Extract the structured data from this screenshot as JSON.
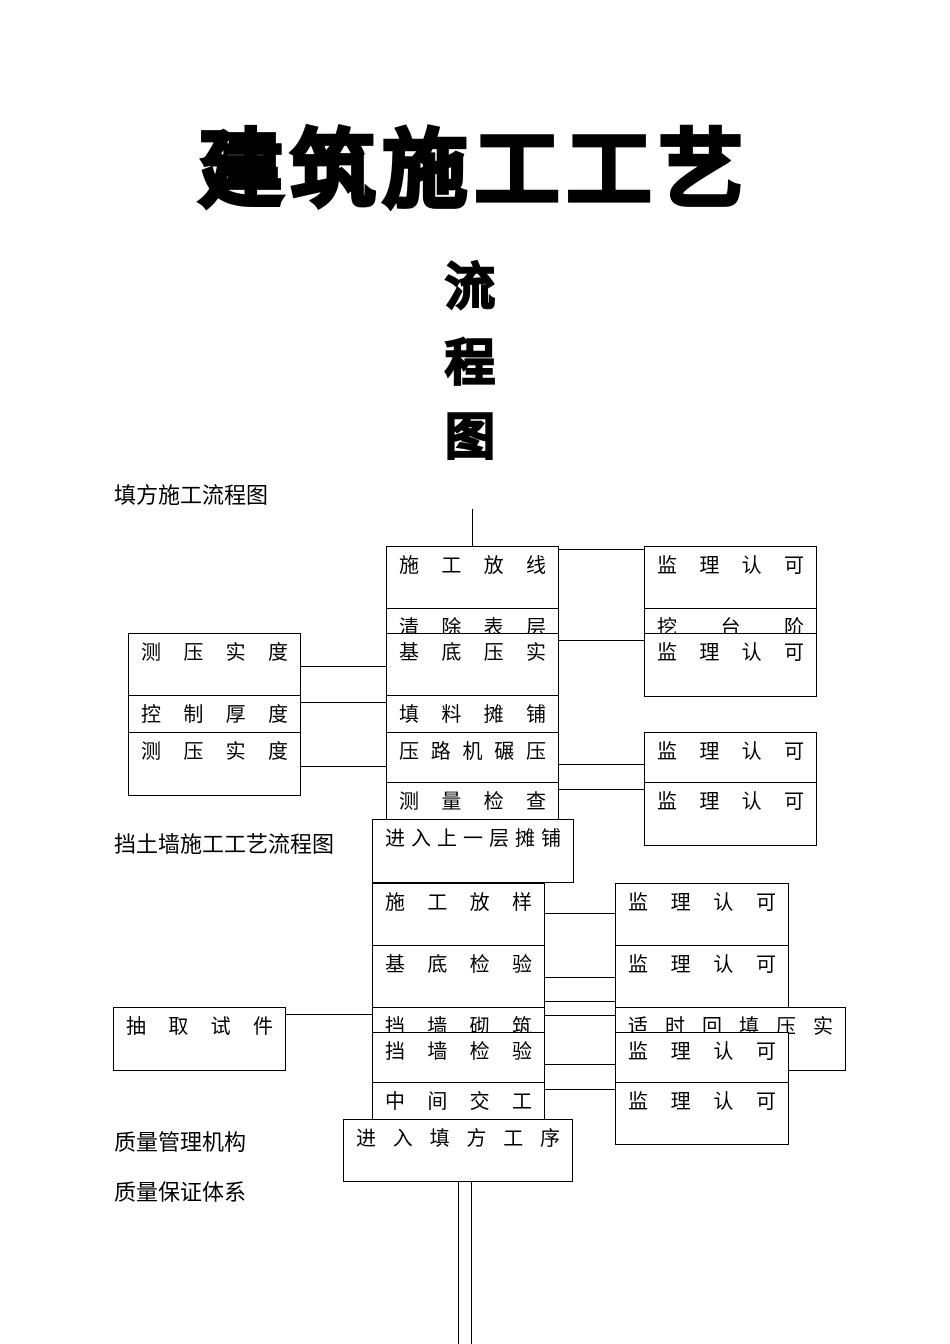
{
  "title": {
    "main": "建筑施工工艺",
    "vertical": [
      "流",
      "程",
      "图"
    ]
  },
  "sections": {
    "fill": "填方施工流程图",
    "wall": "挡土墙施工工艺流程图",
    "quality_org": "质量管理机构",
    "quality_system": "质量保证体系"
  },
  "fill_flow": {
    "steps": [
      "施 工 放 线",
      "清 除 表 层",
      "基 底 压 实",
      "填 料 摊 铺",
      "压路机碾压",
      "测 量 检 查",
      "进入上一层摊铺"
    ],
    "left_checks": [
      "测 压 实 度",
      "控 制 厚 度",
      "测 压 实 度"
    ],
    "right_checks": [
      "监 理 认 可",
      "挖 台 阶",
      "监 理 认 可",
      "监 理 认 可",
      "监 理 认 可"
    ]
  },
  "wall_flow": {
    "steps": [
      "施 工 放 样",
      "基 底 检 验",
      "挡 墙 砌 筑",
      "挡 墙 检 验",
      "中 间 交 工",
      "进 入 填 方 工 序"
    ],
    "left_checks": [
      "抽 取 试 件"
    ],
    "right_checks": [
      "监 理 认 可",
      "监 理 认 可",
      "适 时 回 填 压 实",
      "监 理 认 可",
      "监 理 认 可"
    ]
  }
}
